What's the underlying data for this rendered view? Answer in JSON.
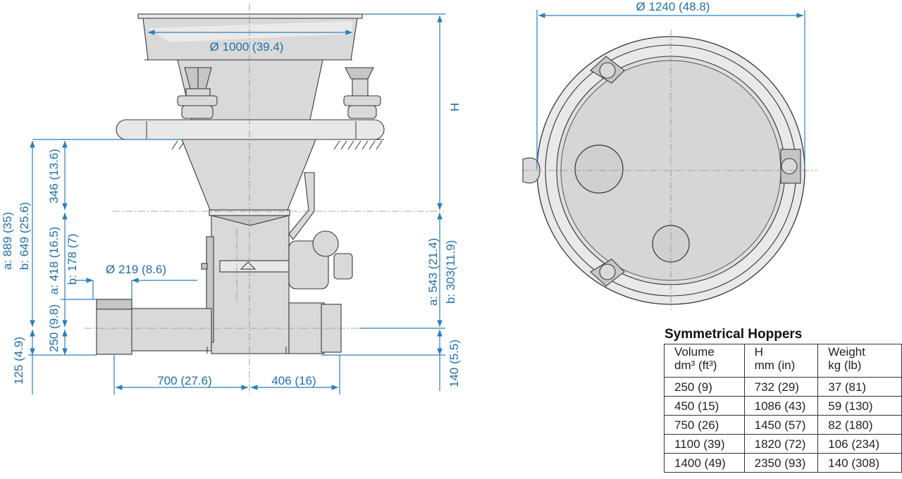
{
  "dimensions": {
    "hopper_diameter": "Ø 1000 (39.4)",
    "top_diameter": "Ø 1240 (48.8)",
    "height_label": "H",
    "d346": "346 (13.6)",
    "d889": "a: 889 (35)",
    "d649": "b: 649 (25.6)",
    "d418": "a: 418 (16.5)",
    "d178": "b: 178 (7)",
    "d250": "250 (9.8)",
    "d125": "125 (4.9)",
    "d219": "Ø 219 (8.6)",
    "d543": "a: 543 (21.4)",
    "d303": "b: 303(11.9)",
    "d140": "140 (5.5)",
    "d700": "700 (27.6)",
    "d406": "406 (16)"
  },
  "table": {
    "title": "Symmetrical Hoppers",
    "headers": [
      {
        "line1": "Volume",
        "line2": "dm³ (ft³)"
      },
      {
        "line1": "H",
        "line2": "mm (in)"
      },
      {
        "line1": "Weight",
        "line2": "kg (lb)"
      }
    ],
    "rows": [
      [
        "250 (9)",
        "732 (29)",
        "37 (81)"
      ],
      [
        "450 (15)",
        "1086 (43)",
        "59 (130)"
      ],
      [
        "750 (26)",
        "1450 (57)",
        "82 (180)"
      ],
      [
        "1100 (39)",
        "1820 (72)",
        "106 (234)"
      ],
      [
        "1400 (49)",
        "2350 (93)",
        "140 (308)"
      ]
    ]
  }
}
